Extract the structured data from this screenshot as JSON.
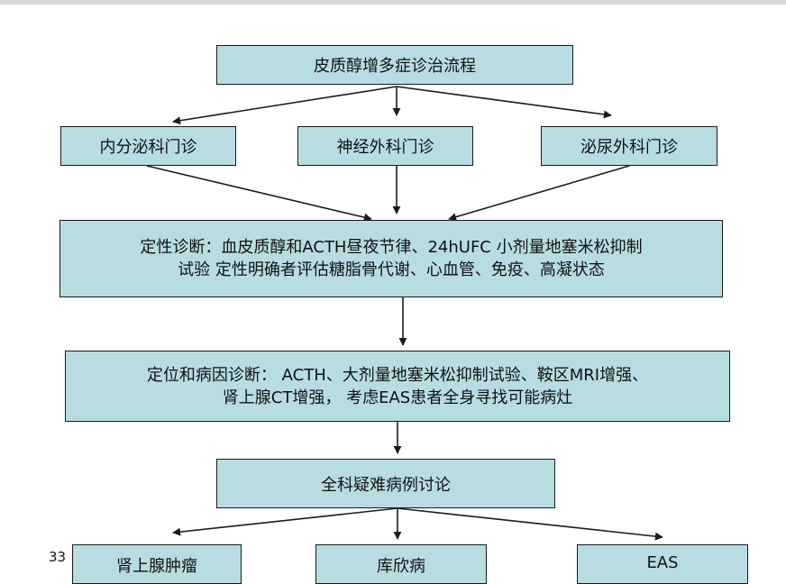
{
  "title_box": "皮质醇增多症诊治流程",
  "clinics": [
    "内分泌科门诊",
    "神经外科门诊",
    "泌尿外科门诊"
  ],
  "qualitative_diagnosis": {
    "line1": "定性诊断：血皮质醇和ACTH昼夜节律、24hUFC 小剂量地塞米松抑制",
    "line2": "试验 定性明确者评估糖脂骨代谢、心血管、免疫、高凝状态"
  },
  "localization_diagnosis": {
    "line1": "定位和病因诊断： ACTH、大剂量地塞米松抑制试验、鞍区MRI增强、",
    "line2": "肾上腺CT增强， 考虑EAS患者全身寻找可能病灶"
  },
  "discussion_box": "全科疑难病例讨论",
  "outcomes": [
    "肾上腺肿瘤",
    "库欣病",
    "EAS"
  ],
  "page_number": "33",
  "colors": {
    "box_fill": "#b7dde2",
    "border": "#1a1a1a"
  }
}
